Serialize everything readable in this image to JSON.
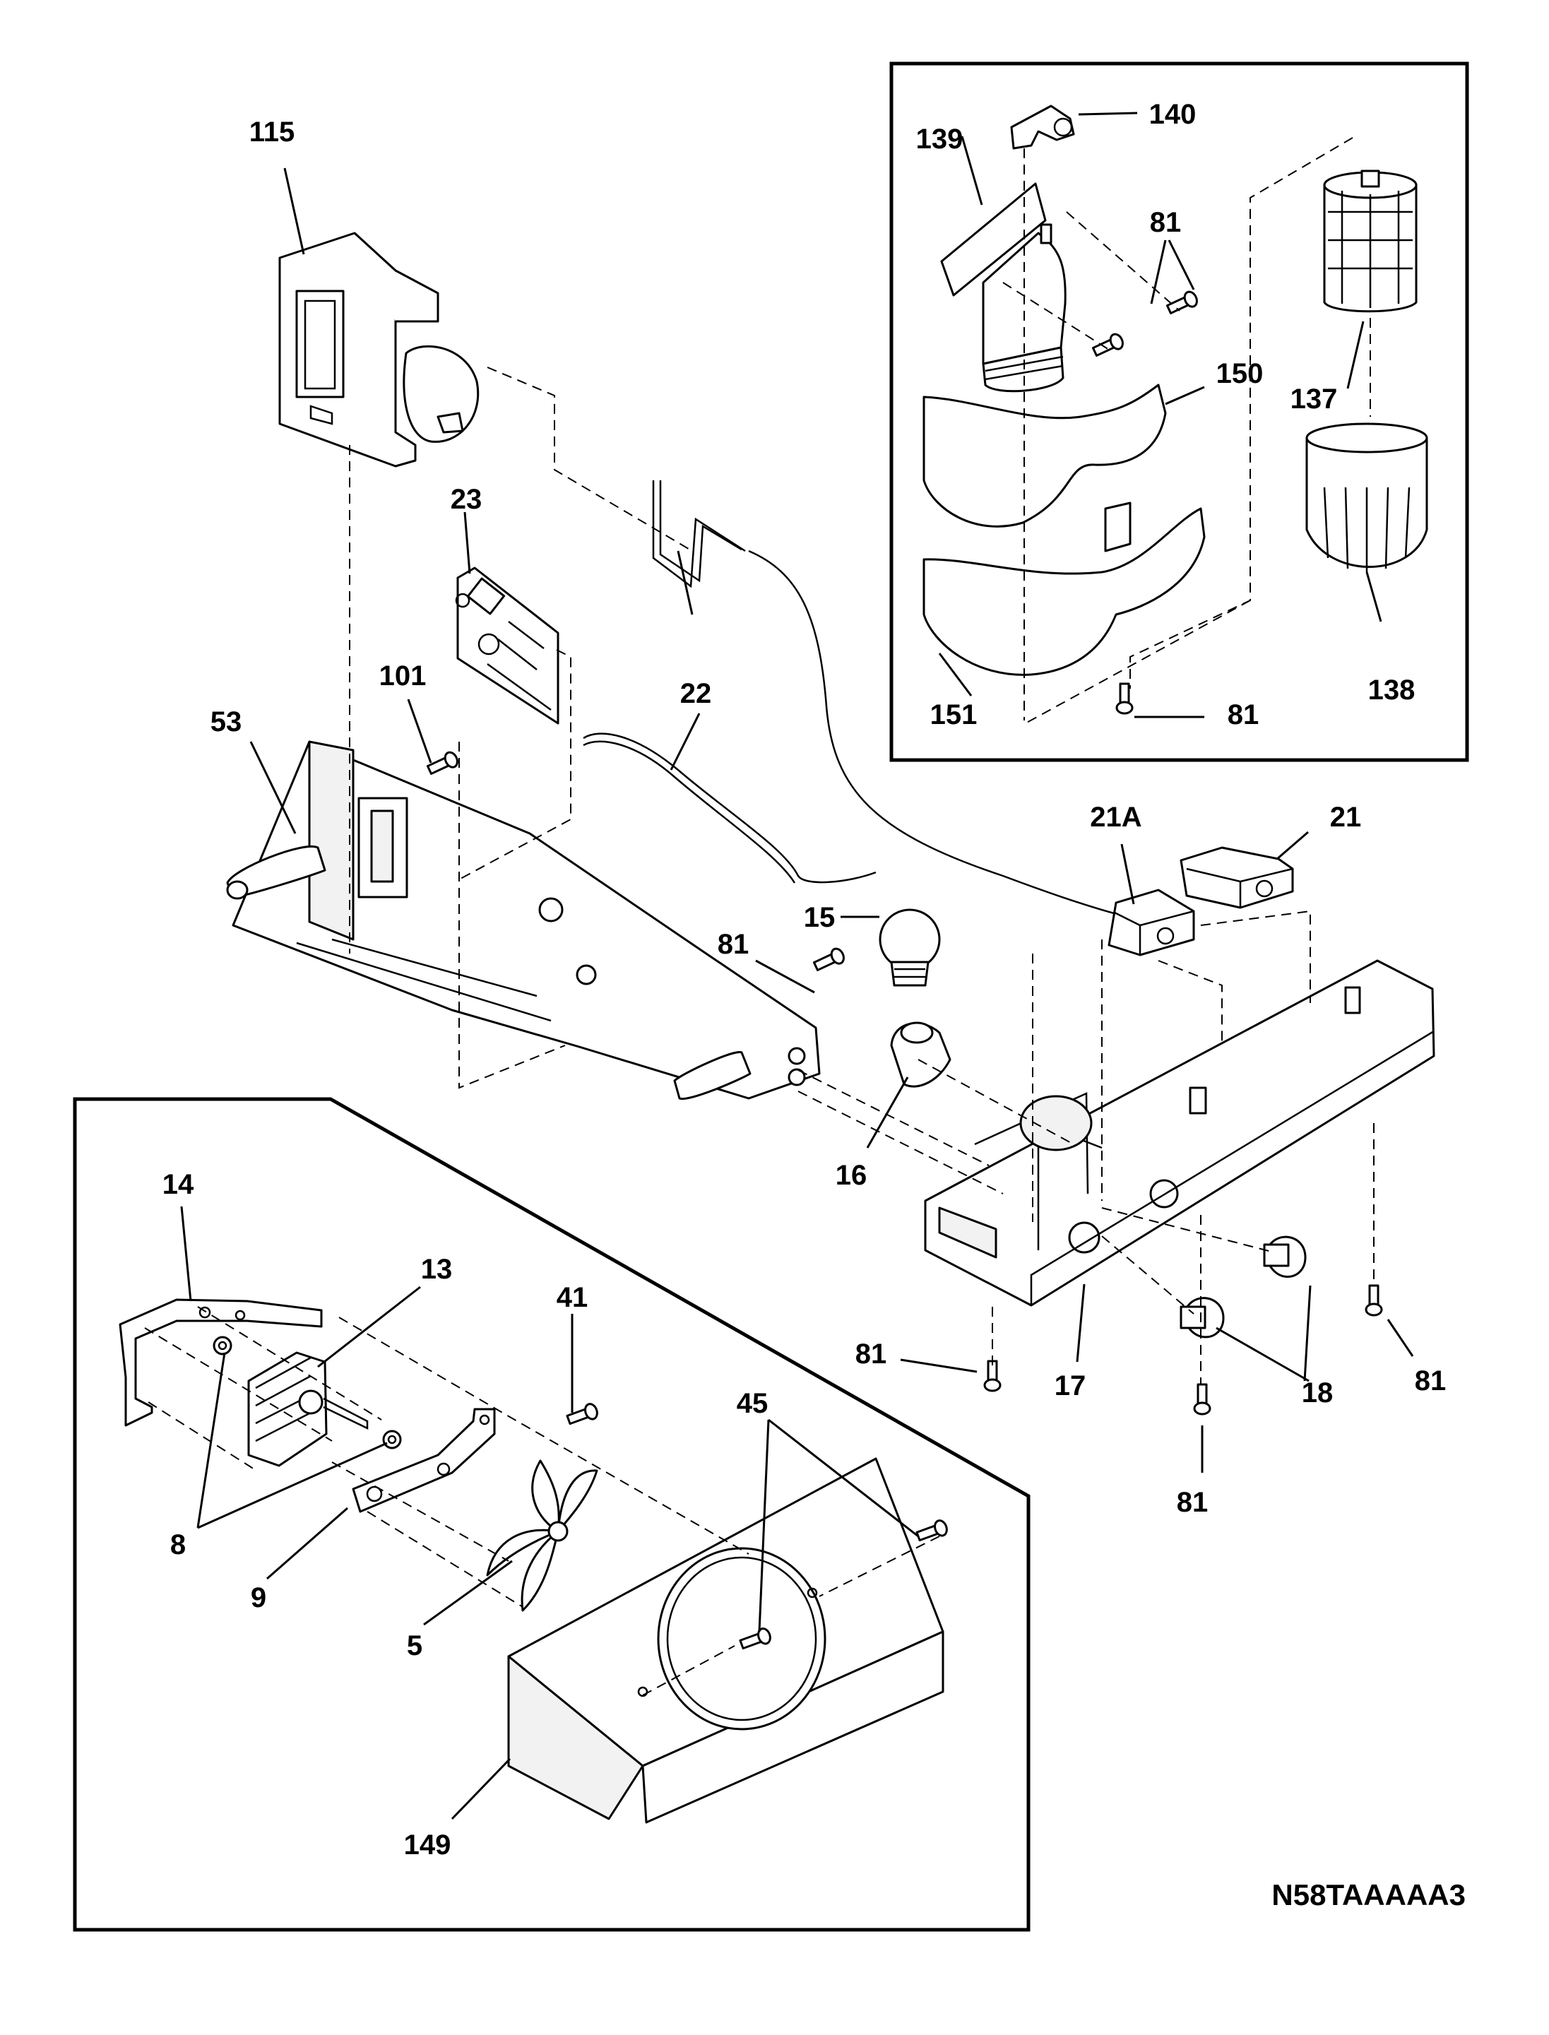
{
  "diagram_code": "N58TAAAAA3",
  "callouts": {
    "p115": "115",
    "p23": "23",
    "p101": "101",
    "p53": "53",
    "p22": "22",
    "p139": "139",
    "p140": "140",
    "p81_a": "81",
    "p150": "150",
    "p137": "137",
    "p151": "151",
    "p81_b": "81",
    "p138": "138",
    "p21A": "21A",
    "p21": "21",
    "p15": "15",
    "p81_c": "81",
    "p16": "16",
    "p17": "17",
    "p81_d": "81",
    "p18": "18",
    "p81_e": "81",
    "p81_f": "81",
    "p14": "14",
    "p13": "13",
    "p41": "41",
    "p45": "45",
    "p8": "8",
    "p9": "9",
    "p5": "5",
    "p149": "149"
  }
}
